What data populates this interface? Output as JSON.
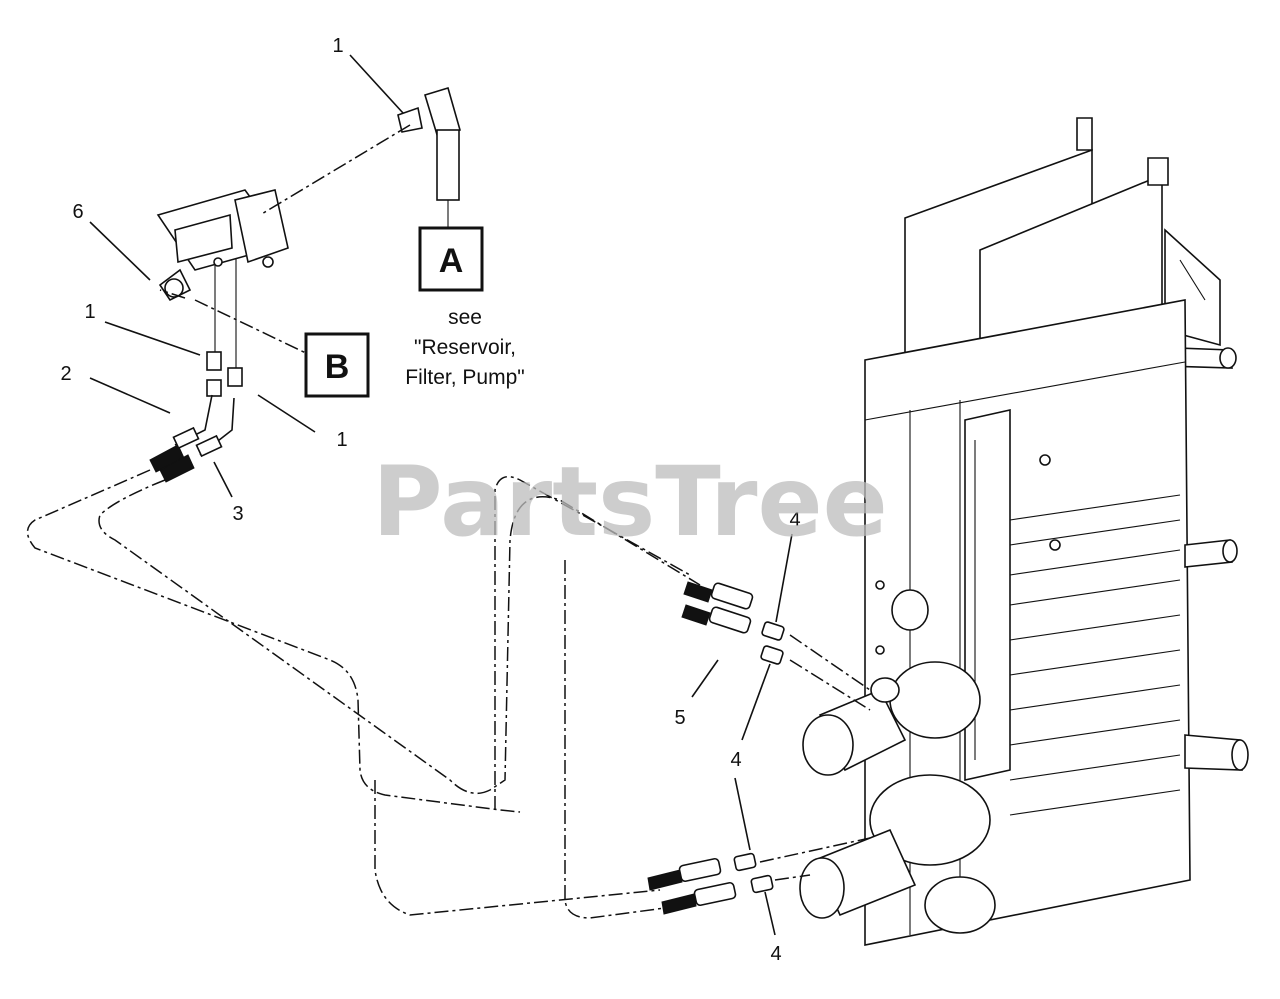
{
  "watermark": "PartsTree",
  "boxes": {
    "a": "A",
    "b": "B"
  },
  "note": {
    "line1": "see",
    "line2": "\"Reservoir,",
    "line3": "Filter, Pump\""
  },
  "callouts": {
    "c1_top": "1",
    "c6": "6",
    "c1_left": "1",
    "c2": "2",
    "c1_right": "1",
    "c3": "3",
    "c4_top": "4",
    "c5": "5",
    "c4_mid": "4",
    "c4_bottom": "4"
  }
}
